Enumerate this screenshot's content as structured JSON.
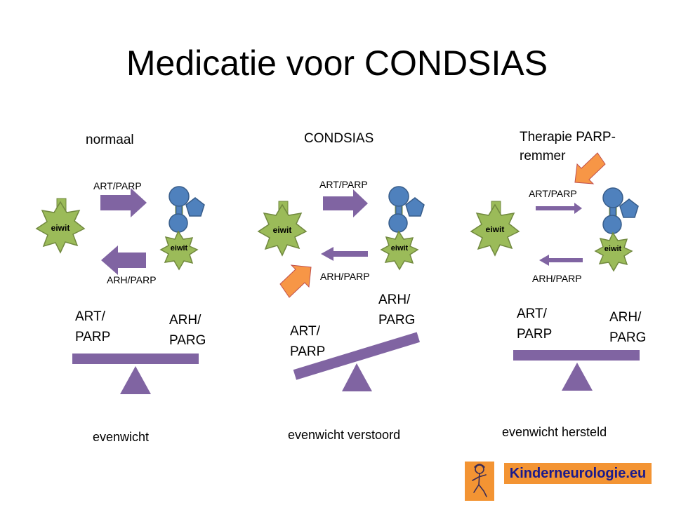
{
  "title": "Medicatie voor CONDSIAS",
  "colors": {
    "purple": "#8064a2",
    "green": "#9bbb59",
    "green_stroke": "#71893f",
    "blue": "#4f81bd",
    "blue_stroke": "#385d8a",
    "orange": "#f79646",
    "logo_bg": "#f39433",
    "logo_text": "#1a1a8c"
  },
  "panels": [
    {
      "heading": "normaal",
      "top_label": "ART/PARP",
      "bottom_label": "ARH/PARP",
      "protein_left": "eiwit",
      "protein_right": "eiwit",
      "balance_left": [
        "ART/",
        "PARP"
      ],
      "balance_right": [
        "ARH/",
        "PARG"
      ],
      "caption": "evenwicht"
    },
    {
      "heading": "CONDSIAS",
      "top_label": "ART/PARP",
      "bottom_label": "ARH/PARP",
      "protein_left": "eiwit",
      "protein_right": "eiwit",
      "balance_left": [
        "ART/",
        "PARP"
      ],
      "balance_right": [
        "ARH/",
        "PARG"
      ],
      "caption": "evenwicht verstoord"
    },
    {
      "heading": [
        "Therapie PARP-",
        "remmer"
      ],
      "top_label": "ART/PARP",
      "bottom_label": "ARH/PARP",
      "protein_left": "eiwit",
      "protein_right": "eiwit",
      "balance_left": [
        "ART/",
        "PARP"
      ],
      "balance_right": [
        "ARH/",
        "PARG"
      ],
      "caption": "evenwicht hersteld"
    }
  ],
  "logo": {
    "text": "Kinderneurologie.eu",
    "icon": "child-figure-icon"
  }
}
